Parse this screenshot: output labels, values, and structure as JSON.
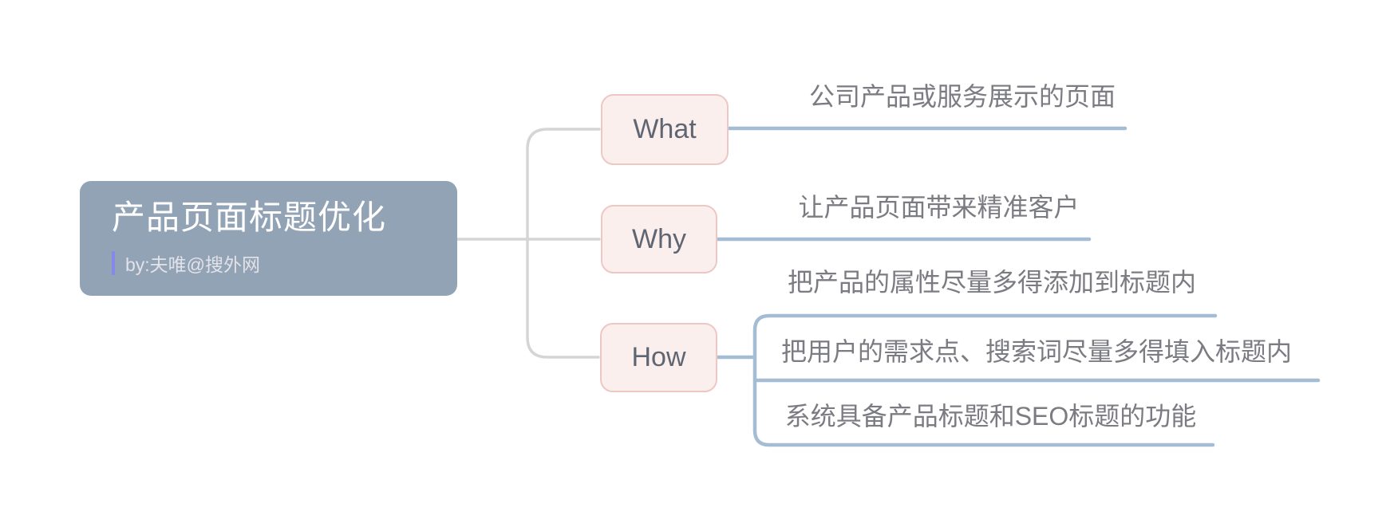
{
  "root": {
    "title": "产品页面标题优化",
    "subtitle": "by:夫唯@搜外网"
  },
  "branches": [
    {
      "label": "What",
      "children": [
        {
          "text": "公司产品或服务展示的页面"
        }
      ]
    },
    {
      "label": "Why",
      "children": [
        {
          "text": "让产品页面带来精准客户"
        }
      ]
    },
    {
      "label": "How",
      "children": [
        {
          "text": "把产品的属性尽量多得添加到标题内"
        },
        {
          "text": "把用户的需求点、搜索词尽量多得填入标题内"
        },
        {
          "text": "系统具备产品标题和SEO标题的功能"
        }
      ]
    }
  ],
  "colors": {
    "root_fill": "#93A3B6",
    "root_title_text": "#FFFFFF",
    "root_subtitle_text": "#E2E2E8",
    "subtitle_accent_bar": "#8888EC",
    "branch_fill": "#FBEFEE",
    "branch_border": "#EEC7C4",
    "branch_text": "#5F6672",
    "gray_connector": "#D5D5D5",
    "blue_connector": "#A4BDD5",
    "leaf_text": "#7B7B82",
    "background": "#FFFFFF"
  }
}
